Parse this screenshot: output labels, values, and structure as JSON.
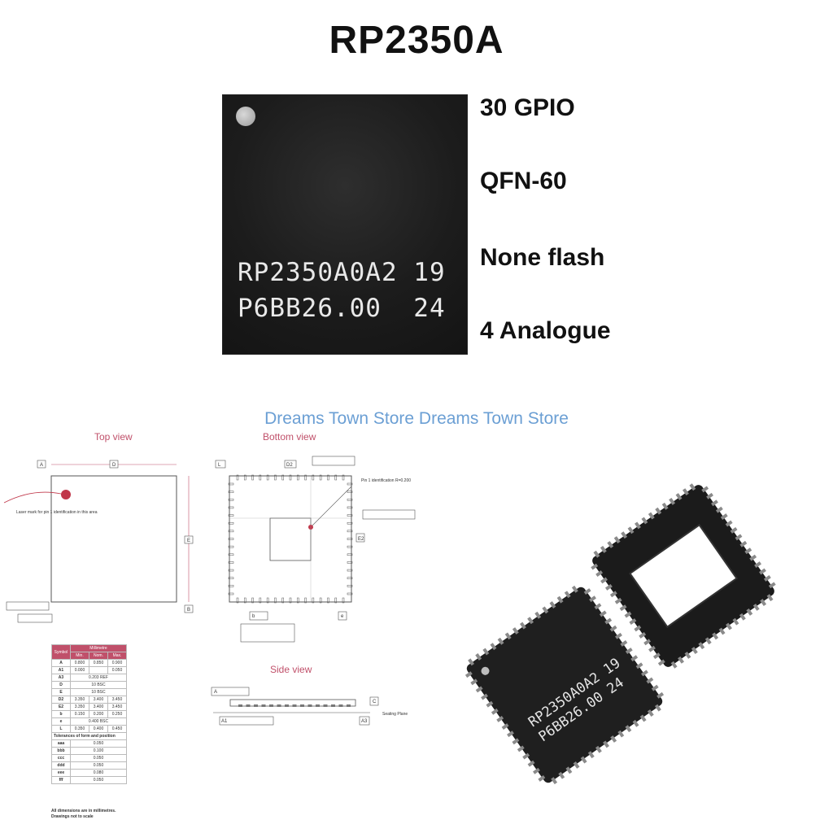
{
  "title": "RP2350A",
  "chip": {
    "marking_line1": "RP2350A0A2 19",
    "marking_line2": "P6BB26.00  24"
  },
  "specs": [
    "30 GPIO",
    "QFN-60",
    "None flash",
    "4 Analogue"
  ],
  "watermark": "Dreams Town Store Dreams Town Store",
  "drawing": {
    "top_view_label": "Top view",
    "bottom_view_label": "Bottom view",
    "side_view_label": "Side view",
    "laser_mark_note": "Laser mark for pin 1 identification in this area",
    "pin1_note": "Pin 1 identification R=0.200",
    "seating_plane": "Seating Plane",
    "datums": {
      "a": "A",
      "b": "B",
      "c": "C",
      "d": "D",
      "e": "E",
      "l": "L",
      "d2": "D2",
      "e2": "E2",
      "b_dim": "b",
      "e_dim": "e",
      "a1": "A1",
      "a3": "A3"
    }
  },
  "table": {
    "header": {
      "symbol": "Symbol",
      "unit": "Millimetre",
      "min": "Min.",
      "nom": "Nom.",
      "max": "Max."
    },
    "rows": [
      {
        "sym": "A",
        "min": "0.800",
        "nom": "0.850",
        "max": "0.900"
      },
      {
        "sym": "A1",
        "min": "0.000",
        "nom": "",
        "max": "0.050"
      },
      {
        "sym": "A3",
        "min": "",
        "nom": "0.203 REF",
        "max": ""
      },
      {
        "sym": "D",
        "min": "",
        "nom": "10 BSC",
        "max": ""
      },
      {
        "sym": "E",
        "min": "",
        "nom": "10 BSC",
        "max": ""
      },
      {
        "sym": "D2",
        "min": "3.350",
        "nom": "3.400",
        "max": "3.450"
      },
      {
        "sym": "E2",
        "min": "3.350",
        "nom": "3.400",
        "max": "3.450"
      },
      {
        "sym": "b",
        "min": "0.150",
        "nom": "0.200",
        "max": "0.250"
      },
      {
        "sym": "e",
        "min": "",
        "nom": "0.400 BSC",
        "max": ""
      },
      {
        "sym": "L",
        "min": "0.350",
        "nom": "0.400",
        "max": "0.450"
      }
    ],
    "tolerance_header": "Tolerances of form and position",
    "tolerances": [
      {
        "sym": "aaa",
        "val": "0.050"
      },
      {
        "sym": "bbb",
        "val": "0.100"
      },
      {
        "sym": "ccc",
        "val": "0.050"
      },
      {
        "sym": "ddd",
        "val": "0.050"
      },
      {
        "sym": "eee",
        "val": "0.080"
      },
      {
        "sym": "fff",
        "val": "0.050"
      }
    ],
    "note1": "All dimensions are in millimetres.",
    "note2": "Drawings not to scale"
  },
  "photo": {
    "marking_line1": "RP2350A0A2 19",
    "marking_line2": "P6BB26.00  24"
  }
}
